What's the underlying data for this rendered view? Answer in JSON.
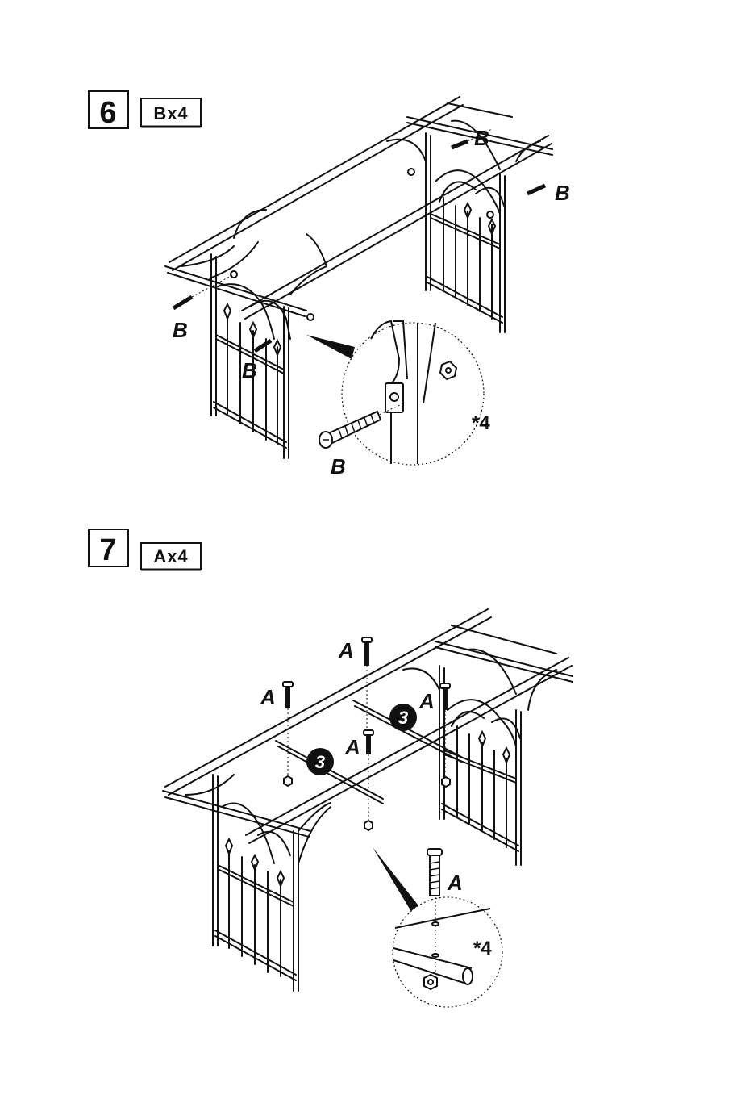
{
  "steps": [
    {
      "number": "6",
      "part": "Bx4",
      "part_labels": [
        "B",
        "B",
        "B",
        "B",
        "B"
      ],
      "multiplier": "*4"
    },
    {
      "number": "7",
      "part": "Ax4",
      "part_labels": [
        "A",
        "A",
        "A",
        "A",
        "A"
      ],
      "multiplier": "*4",
      "component_badges": [
        "3",
        "3"
      ]
    }
  ],
  "colors": {
    "line": "#111111",
    "background": "#ffffff"
  }
}
